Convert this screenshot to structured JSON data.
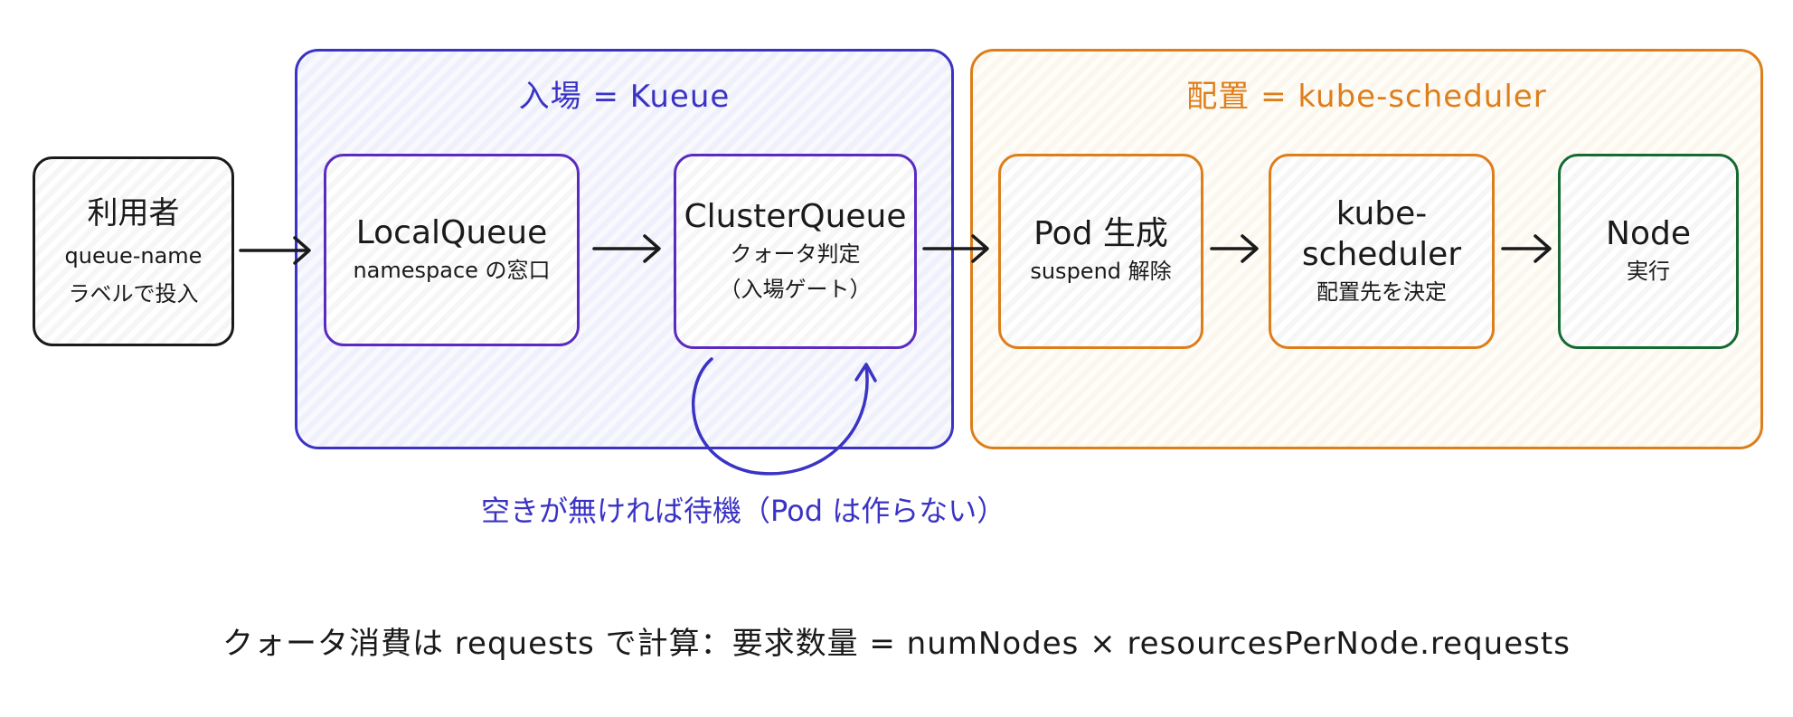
{
  "groups": {
    "kueue": {
      "title": "入場 = Kueue"
    },
    "scheduler": {
      "title": "配置 = kube-scheduler"
    }
  },
  "nodes": {
    "user": {
      "title": "利用者",
      "line1": "queue-name",
      "line2": "ラベルで投入"
    },
    "localqueue": {
      "title": "LocalQueue",
      "sub": "namespace の窓口"
    },
    "clusterqueue": {
      "title": "ClusterQueue",
      "line1": "クォータ判定",
      "line2": "（入場ゲート）"
    },
    "pod": {
      "title": "Pod 生成",
      "sub": "suspend 解除"
    },
    "kubescheduler": {
      "title": "kube-scheduler",
      "sub": "配置先を決定"
    },
    "node": {
      "title": "Node",
      "sub": "実行"
    }
  },
  "loop_label": "空きが無ければ待機（Pod は作らない）",
  "footer_formula": "クォータ消費は requests で計算：要求数量 = numNodes × resourcesPerNode.requests",
  "colors": {
    "kueue": "#3b33c4",
    "scheduler": "#de7e1a",
    "node_execute": "#156a33",
    "user": "#1a1a1a"
  }
}
